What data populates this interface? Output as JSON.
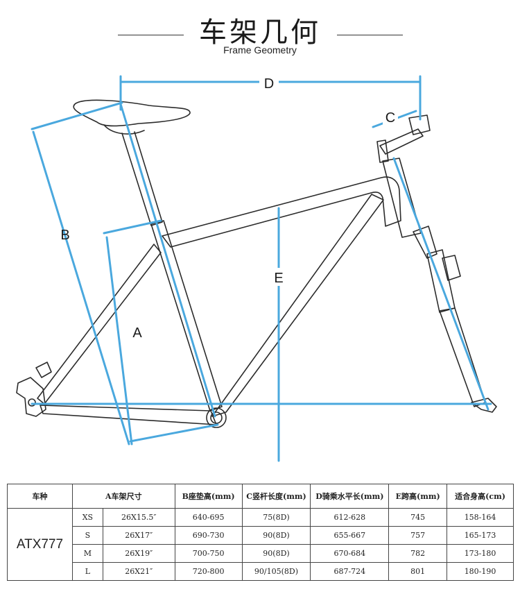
{
  "header": {
    "title": "车架几何",
    "subtitle": "Frame Geometry"
  },
  "diagram": {
    "labels": {
      "a": "A",
      "b": "B",
      "c": "C",
      "d": "D",
      "e": "E"
    },
    "colors": {
      "dimension": "#4aa8de",
      "frame": "#2b2b2b"
    }
  },
  "table": {
    "headers": [
      "车种",
      "A车架尺寸",
      "B座垫高(mm)",
      "C竖杆长度(mm)",
      "D骑乘水平长(mm)",
      "E跨高(mm)",
      "适合身高(cm)"
    ],
    "model": "ATX777",
    "rows": [
      {
        "size": "XS",
        "frame": "26X15.5″",
        "b": "640-695",
        "c": "75(8D)",
        "d": "612-628",
        "e": "745",
        "height": "158-164"
      },
      {
        "size": "S",
        "frame": "26X17″",
        "b": "690-730",
        "c": "90(8D)",
        "d": "655-667",
        "e": "757",
        "height": "165-173"
      },
      {
        "size": "M",
        "frame": "26X19″",
        "b": "700-750",
        "c": "90(8D)",
        "d": "670-684",
        "e": "782",
        "height": "173-180"
      },
      {
        "size": "L",
        "frame": "26X21″",
        "b": "720-800",
        "c": "90/105(8D)",
        "d": "687-724",
        "e": "801",
        "height": "180-190"
      }
    ]
  }
}
